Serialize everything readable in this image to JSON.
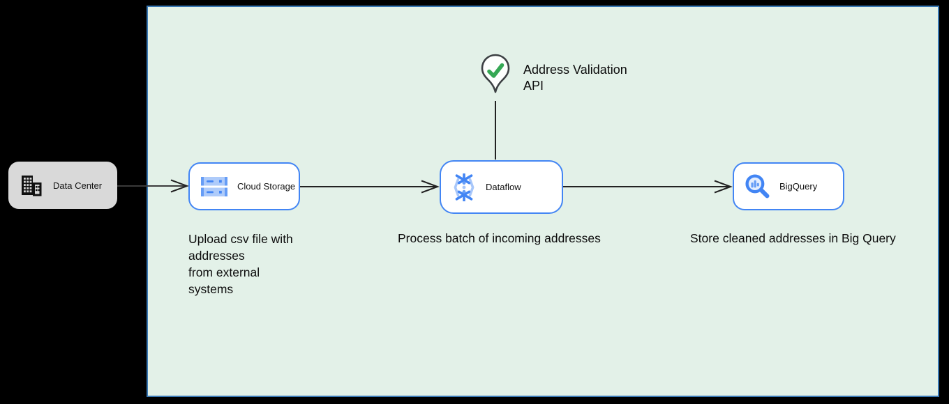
{
  "external": {
    "data_center": {
      "label": "Data Center",
      "icon": "building-icon"
    }
  },
  "zone": {
    "annotation": {
      "label": "Address Validation\nAPI",
      "icon": "map-pin-check-icon"
    },
    "nodes": {
      "cloud_storage": {
        "label": "Cloud Storage",
        "icon": "cloud-storage-icon",
        "caption": "Upload csv file with\naddresses\nfrom external\nsystems"
      },
      "dataflow": {
        "label": "Dataflow",
        "icon": "dataflow-icon",
        "caption": "Process batch of incoming addresses"
      },
      "bigquery": {
        "label": "BigQuery",
        "icon": "bigquery-icon",
        "caption": "Store cleaned addresses in Big Query"
      }
    }
  },
  "edges": [
    {
      "from": "data-center",
      "to": "cloud-storage"
    },
    {
      "from": "cloud-storage",
      "to": "dataflow"
    },
    {
      "from": "dataflow",
      "to": "bigquery"
    },
    {
      "from": "address-validation-api",
      "to": "dataflow"
    }
  ],
  "colors": {
    "canvas_bg": "#000000",
    "zone_fill": "#e3f1e8",
    "zone_border": "#3978b4",
    "node_border": "#4285f4",
    "node_fill": "#ffffff",
    "external_fill": "#d9d9d9",
    "edge": "#2b2b2b",
    "pin_outline": "#3c4043",
    "check_green": "#34a853",
    "icon_blue": "#4285f4",
    "icon_blue_light": "#aecbfa"
  }
}
